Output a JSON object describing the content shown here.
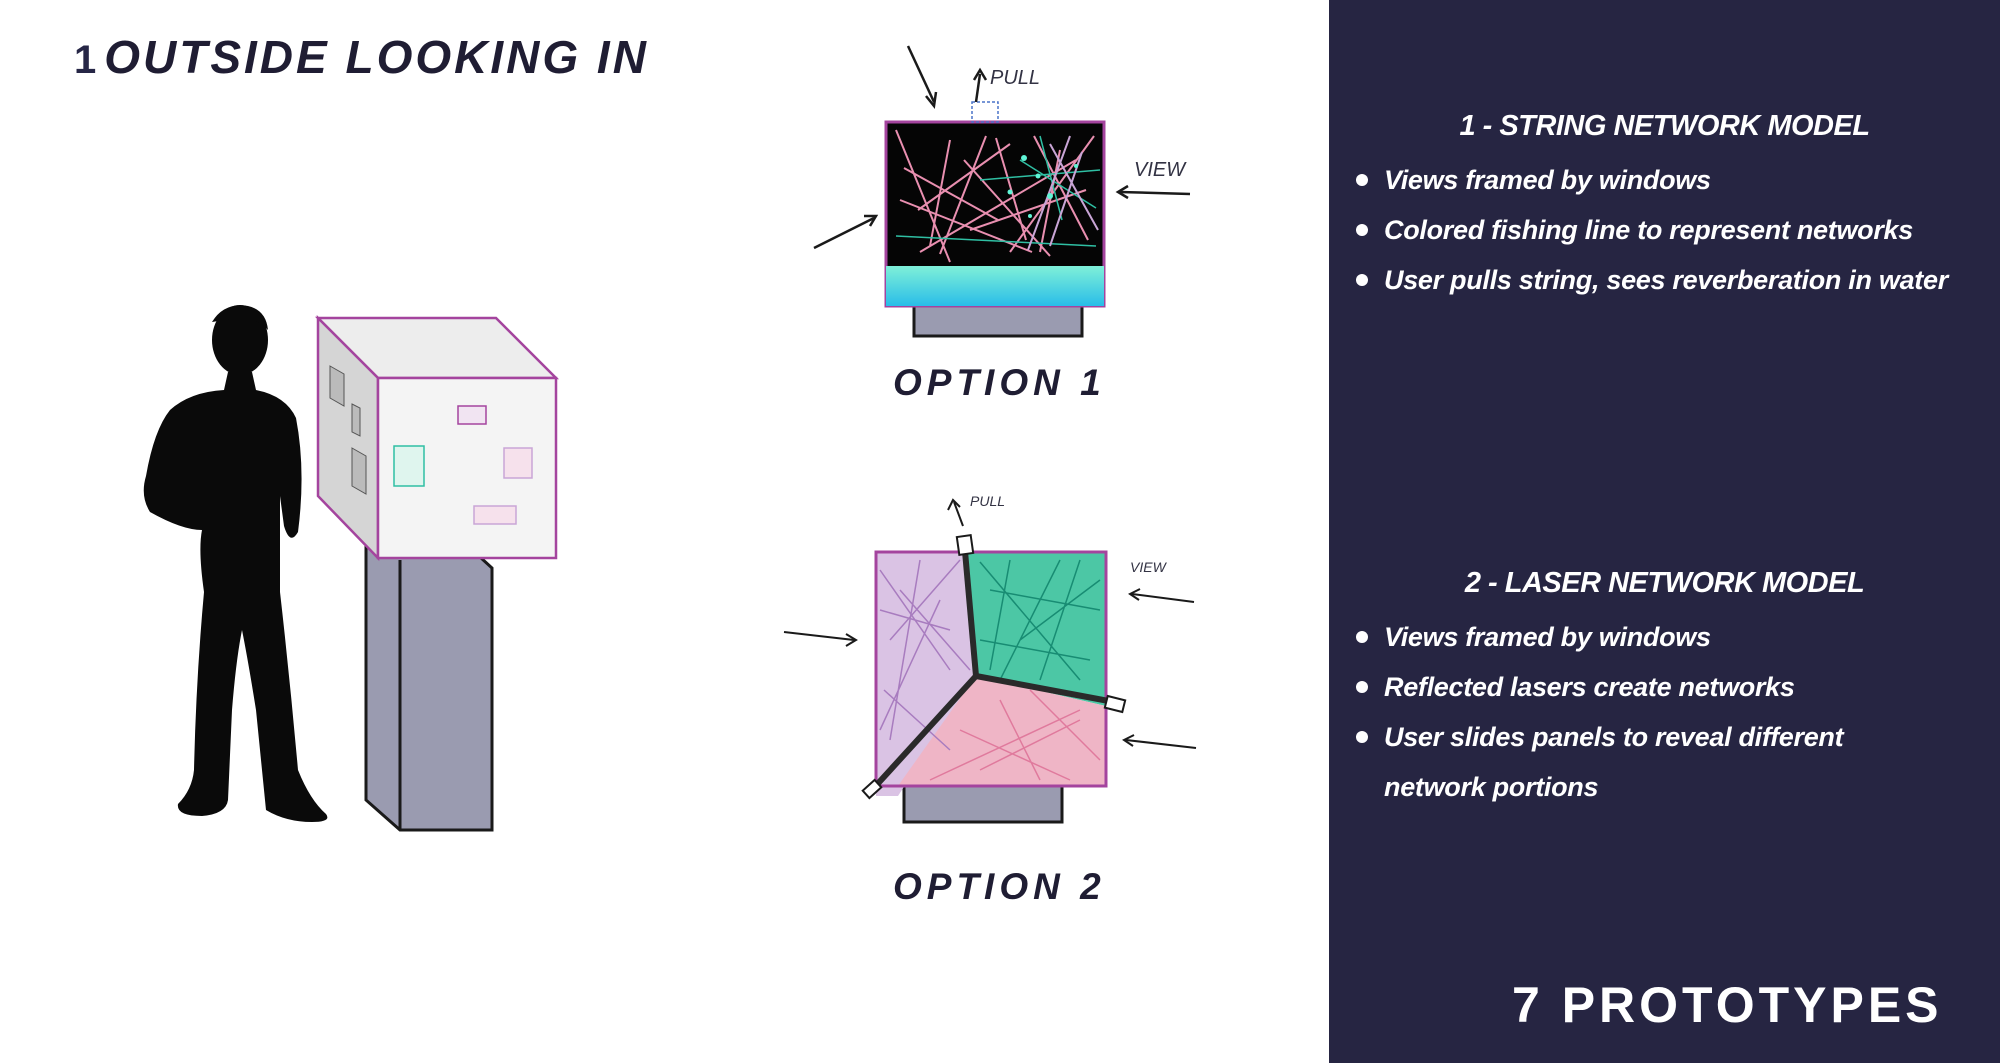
{
  "slide_title": {
    "number": "1",
    "text": "OUTSIDE LOOKING IN"
  },
  "option1": {
    "label": "OPTION 1",
    "pull_label": "PULL",
    "view_label": "VIEW"
  },
  "option2": {
    "label": "OPTION 2",
    "pull_label": "PULL",
    "view_label": "VIEW"
  },
  "models": [
    {
      "heading": "1 - STRING NETWORK MODEL",
      "bullets": [
        "Views framed by windows",
        "Colored fishing line to represent networks",
        "User pulls string, sees reverberation in water"
      ]
    },
    {
      "heading": "2 - LASER NETWORK MODEL",
      "bullets": [
        "Views framed by windows",
        "Reflected lasers create networks",
        "User slides panels to reveal different network portions"
      ]
    }
  ],
  "footer": {
    "text": "7 PROTOTYPES"
  },
  "colors": {
    "panel": "#262542",
    "title": "#1f1d33",
    "pink": "#e98fb0",
    "teal": "#2fbfa3",
    "lavender": "#c9a5d6",
    "cyan": "#2cc6e6",
    "magenta": "#a4449e",
    "pedestal": "#9a9bb0"
  }
}
